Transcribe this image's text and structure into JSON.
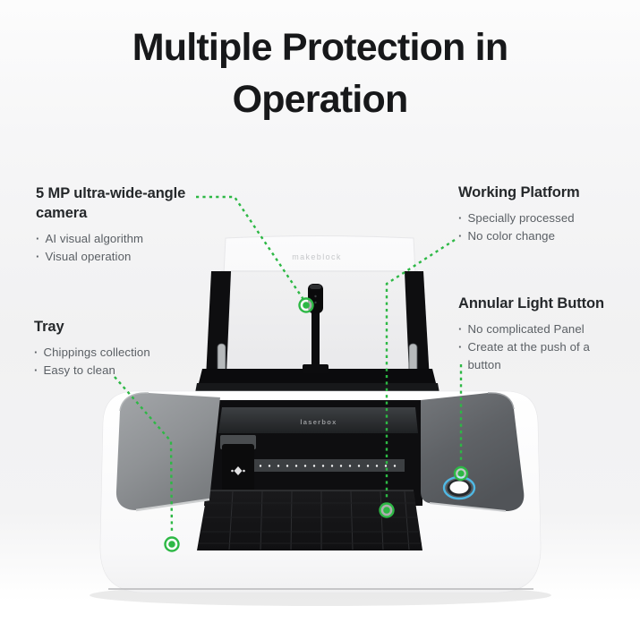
{
  "title": {
    "line1": "Multiple Protection in",
    "line2": "Operation"
  },
  "ui": {
    "bullet_marker": "·"
  },
  "annotations": {
    "camera": {
      "heading": "5 MP ultra-wide-angle camera",
      "bullets": [
        "AI visual algorithm",
        "Visual operation"
      ]
    },
    "working_platform": {
      "heading": "Working Platform",
      "bullets": [
        "Specially processed",
        "No color change"
      ]
    },
    "annular_light_button": {
      "heading": "Annular Light Button",
      "bullets": [
        "No complicated Panel",
        "Create at the push of a button"
      ]
    },
    "tray": {
      "heading": "Tray",
      "bullets": [
        "Chippings collection",
        "Easy to clean"
      ]
    }
  },
  "machine": {
    "lid_logo": "makeblock",
    "inner_logo": "laserbox"
  },
  "colors": {
    "accent_green": "#2db845",
    "button_glow": "#4fc3f3",
    "title_text": "#17181a",
    "heading_text": "#25282b",
    "bullet_text": "#5a5f64"
  }
}
